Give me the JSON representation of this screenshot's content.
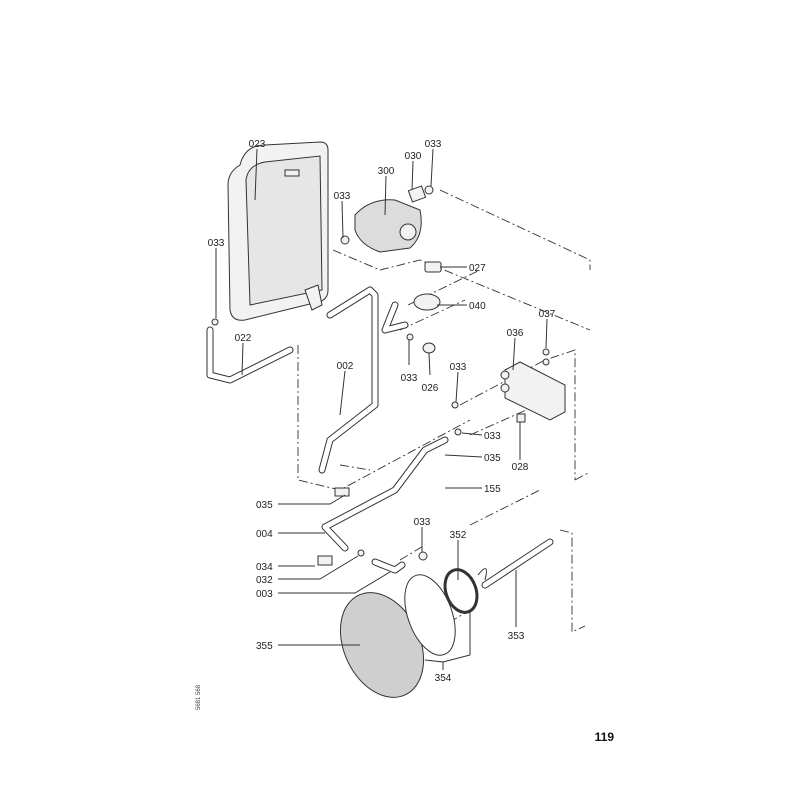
{
  "labels": [
    "023",
    "300",
    "030",
    "033",
    "033",
    "033",
    "027",
    "040",
    "037",
    "036",
    "022",
    "002",
    "033",
    "026",
    "033",
    "033",
    "035",
    "028",
    "155",
    "035",
    "004",
    "033",
    "352",
    "034",
    "032",
    "003",
    "353",
    "355",
    "354"
  ],
  "page_number": "119",
  "doc_id": "5681 568"
}
